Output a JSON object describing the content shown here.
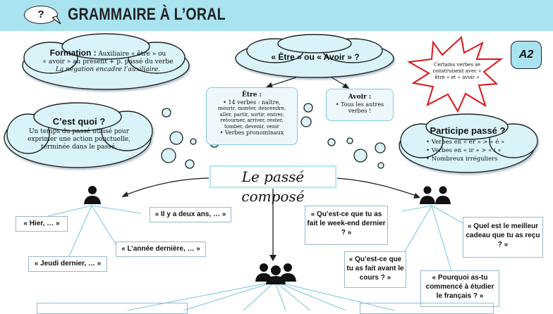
{
  "header": {
    "icon_label": "?",
    "title": "GRAMMAIRE À L’ORAL"
  },
  "level_badge": "A2",
  "center_label": "Le passé composé",
  "formation": {
    "title": "Formation :",
    "line1": "Auxiliaire « être » ou",
    "line2": "« avoir » au présent + p. passé du verbe",
    "line3": "La négation encadre l’auxiliaire."
  },
  "etre_avoir": {
    "question": "« Être » ou « Avoir » ?",
    "etre_box": {
      "title": "Être :",
      "item1": "• 14 verbes : naître,",
      "item1_list": "mourir, monter, descendre, aller, partir, sortir, entrer, retourner, arriver, rester, tomber, devenir, venir",
      "item2": "• Verbes pronominaux"
    },
    "avoir_box": {
      "title": "Avoir :",
      "item1": "• Tous les autres verbes !"
    }
  },
  "star_note": "Certains verbes se construisent avec « être » et « avoir »",
  "cest_quoi": {
    "title": "C’est quoi ?",
    "text": "Un temps du passé utilisé pour exprimer une action ponctuelle, terminée dans le passé."
  },
  "participe": {
    "title": "Participe passé ?",
    "items": [
      "• Verbes en « er » > « é »",
      "• Verbes en « ir » > « i »",
      "• Nombreux irréguliers"
    ]
  },
  "left_branch": {
    "boxes": [
      "« Hier, … »",
      "« Il y a deux ans, … »",
      "« L’année dernière, … »",
      "« Jeudi dernier, … »"
    ]
  },
  "right_branch": {
    "boxes": [
      "« Qu’est-ce que tu as fait le week-end dernier ? »",
      "« Qu’est-ce que tu as fait avant le cours ? »",
      "« Quel est le meilleur cadeau que tu as reçu ? »",
      "« Pourquoi as-tu commencé à étudier le français ? »"
    ]
  },
  "colors": {
    "accent": "#a9e3f0",
    "cloud_fill": "#d9f3f8",
    "box_border": "#9ab7cc",
    "star": "#e0141b"
  },
  "icons": [
    "person-icon",
    "two-people-icon",
    "group-icon",
    "speech-bubble-icon",
    "star-burst-icon"
  ]
}
